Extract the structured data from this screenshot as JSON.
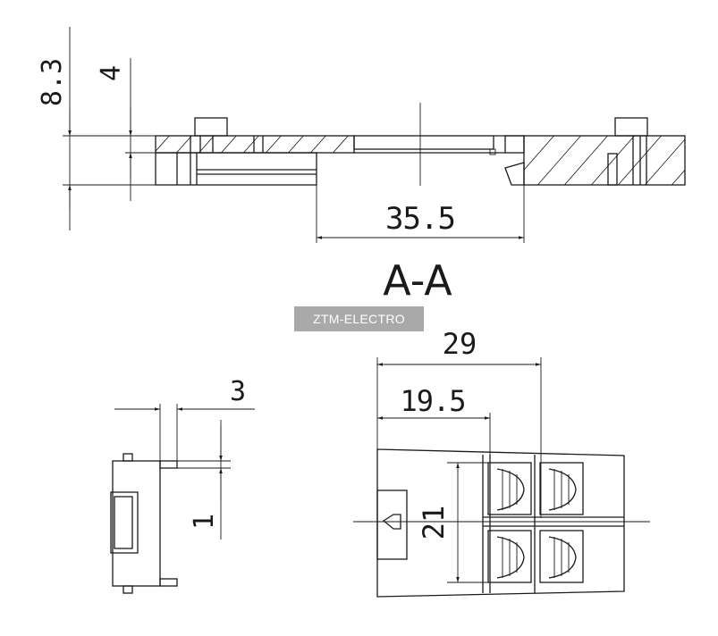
{
  "section_label": "A-A",
  "watermark": "ZTM-ELECTRO",
  "dimensions": {
    "total_height": "8.3",
    "plate_thickness": "4",
    "span": "35.5",
    "overall_width": "29",
    "inner_width": "19.5",
    "height_21": "21",
    "pin_offset": "3",
    "pin_thickness": "1"
  }
}
